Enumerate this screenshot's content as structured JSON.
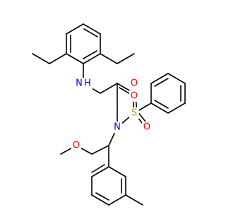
{
  "colors": {
    "bond": "#000000",
    "oxygen": "#ff0000",
    "nitrogen": "#0000ff",
    "sulfur": "#b3a000",
    "carbon_label": "#000000",
    "background": "#ffffff"
  },
  "atoms": [
    {
      "id": "nh",
      "label": "N",
      "suffix": "H",
      "element": "N"
    },
    {
      "id": "o_carbonyl",
      "label": "O",
      "element": "O"
    },
    {
      "id": "n_sulfonamide",
      "label": "N",
      "element": "N"
    },
    {
      "id": "s",
      "label": "S",
      "element": "S"
    },
    {
      "id": "o_s1",
      "label": "O",
      "element": "O"
    },
    {
      "id": "o_s2",
      "label": "O",
      "element": "O"
    },
    {
      "id": "o_methoxy",
      "label": "O",
      "element": "O"
    }
  ]
}
